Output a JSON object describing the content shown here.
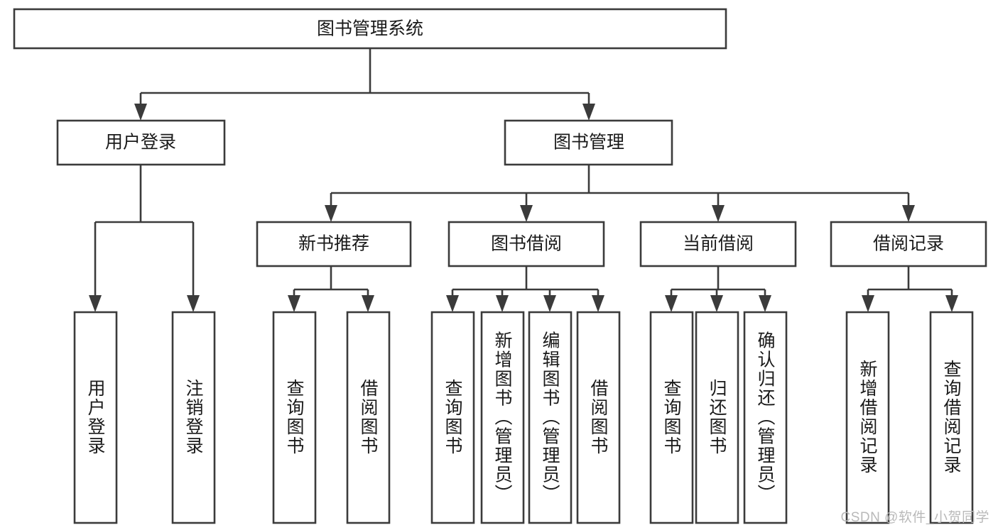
{
  "diagram": {
    "type": "tree",
    "title": "图书管理系统",
    "orientation": "top-down",
    "edge_style": "orthogonal-arrow",
    "colors": {
      "box_fill": "#ffffff",
      "box_stroke": "#3b3b3b",
      "text": "#1a1a1a",
      "watermark": "#b9b9b9",
      "background": "#ffffff"
    },
    "root": {
      "id": "root",
      "label": "图书管理系统",
      "text_orientation": "horizontal"
    },
    "level2": [
      {
        "id": "user-login",
        "label": "用户登录",
        "text_orientation": "horizontal"
      },
      {
        "id": "book-management",
        "label": "图书管理",
        "text_orientation": "horizontal"
      }
    ],
    "level3": [
      {
        "id": "new-book-recommend",
        "label": "新书推荐",
        "parent": "book-management",
        "text_orientation": "horizontal"
      },
      {
        "id": "book-borrow",
        "label": "图书借阅",
        "parent": "book-management",
        "text_orientation": "horizontal"
      },
      {
        "id": "current-borrow",
        "label": "当前借阅",
        "parent": "book-management",
        "text_orientation": "horizontal"
      },
      {
        "id": "borrow-record",
        "label": "借阅记录",
        "parent": "book-management",
        "text_orientation": "horizontal"
      }
    ],
    "leaves": [
      {
        "id": "leaf-user-login",
        "label": "用户登录",
        "parent": "user-login",
        "text_orientation": "vertical"
      },
      {
        "id": "leaf-user-logout",
        "label": "注销登录",
        "parent": "user-login",
        "text_orientation": "vertical"
      },
      {
        "id": "leaf-query-book-1",
        "label": "查询图书",
        "parent": "new-book-recommend",
        "text_orientation": "vertical"
      },
      {
        "id": "leaf-borrow-book-1",
        "label": "借阅图书",
        "parent": "new-book-recommend",
        "text_orientation": "vertical"
      },
      {
        "id": "leaf-query-book-2",
        "label": "查询图书",
        "parent": "book-borrow",
        "text_orientation": "vertical"
      },
      {
        "id": "leaf-add-book",
        "label": "新增图书（管理员）",
        "parent": "book-borrow",
        "text_orientation": "vertical"
      },
      {
        "id": "leaf-edit-book",
        "label": "编辑图书（管理员）",
        "parent": "book-borrow",
        "text_orientation": "vertical"
      },
      {
        "id": "leaf-borrow-book-2",
        "label": "借阅图书",
        "parent": "book-borrow",
        "text_orientation": "vertical"
      },
      {
        "id": "leaf-query-book-3",
        "label": "查询图书",
        "parent": "current-borrow",
        "text_orientation": "vertical"
      },
      {
        "id": "leaf-return-book",
        "label": "归还图书",
        "parent": "current-borrow",
        "text_orientation": "vertical"
      },
      {
        "id": "leaf-confirm-return",
        "label": "确认归还（管理员）",
        "parent": "current-borrow",
        "text_orientation": "vertical"
      },
      {
        "id": "leaf-add-record",
        "label": "新增借阅记录",
        "parent": "borrow-record",
        "text_orientation": "vertical"
      },
      {
        "id": "leaf-query-record",
        "label": "查询借阅记录",
        "parent": "borrow-record",
        "text_orientation": "vertical"
      }
    ]
  },
  "watermark": {
    "text": "CSDN @软件_小贺同学"
  }
}
